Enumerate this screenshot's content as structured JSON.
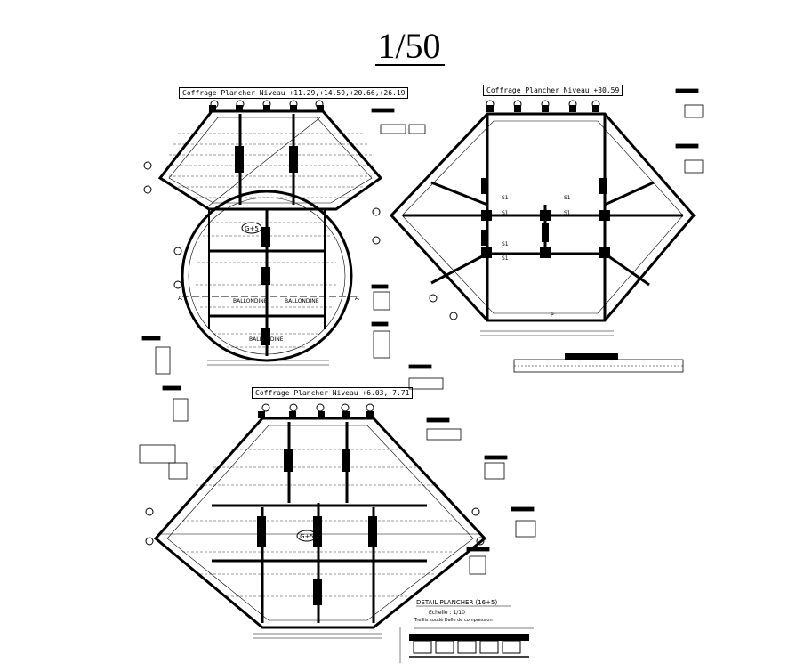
{
  "header": {
    "scale": "1/50"
  },
  "plans": {
    "top_left": {
      "title": "Coffrage Plancher   Niveau +11.29,+14.59,+20.66,+26.19",
      "badge": "G+5"
    },
    "top_right": {
      "title": "Coffrage Plancher   Niveau +30.59"
    },
    "bottom": {
      "title": "Coffrage Plancher   Niveau +6.03,+7.71",
      "badge": "G+5"
    }
  },
  "detail": {
    "title": "DETAIL PLANCHER (16+5)",
    "scale": "Echelle : 1/10",
    "note": "Treillis soudé  Dalle de compression"
  },
  "labels": {
    "ballon": "BALLONDINE",
    "section_a": "A",
    "beam_s1": "S1",
    "beam_p": "P"
  }
}
